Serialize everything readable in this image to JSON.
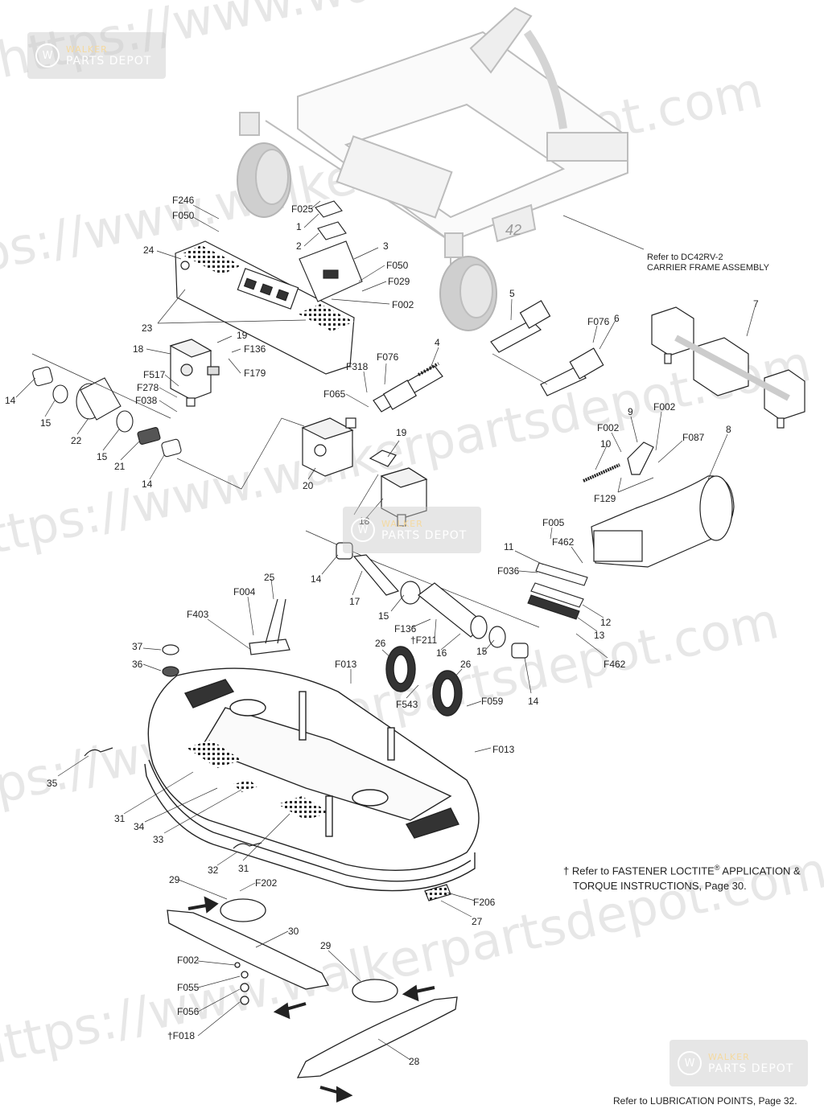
{
  "watermark": {
    "text_url": "https://www.walkerpartsdepot.com",
    "logo_line1": "WALKER",
    "logo_line2": "PARTS DEPOT"
  },
  "frame_label": "42",
  "refer_carrier": {
    "line1": "Refer to DC42RV-2",
    "line2": "CARRIER FRAME ASSEMBLY"
  },
  "loctite_note": {
    "dagger": "†",
    "line1": "Refer to FASTENER LOCTITE",
    "registered": "®",
    "line1_end": " APPLICATION &",
    "line2": "TORQUE INSTRUCTIONS, Page 30."
  },
  "lubrication_note": "Refer to LUBRICATION POINTS, Page 32.",
  "callouts": [
    {
      "id": "c-F246",
      "text": "F246"
    },
    {
      "id": "c-F050a",
      "text": "F050"
    },
    {
      "id": "c-F025",
      "text": "F025"
    },
    {
      "id": "c-1",
      "text": "1"
    },
    {
      "id": "c-2",
      "text": "2"
    },
    {
      "id": "c-3",
      "text": "3"
    },
    {
      "id": "c-F050b",
      "text": "F050"
    },
    {
      "id": "c-F029",
      "text": "F029"
    },
    {
      "id": "c-F002a",
      "text": "F002"
    },
    {
      "id": "c-24",
      "text": "24"
    },
    {
      "id": "c-23",
      "text": "23"
    },
    {
      "id": "c-19a",
      "text": "19"
    },
    {
      "id": "c-18a",
      "text": "18"
    },
    {
      "id": "c-F136a",
      "text": "F136"
    },
    {
      "id": "c-F179",
      "text": "F179"
    },
    {
      "id": "c-F517",
      "text": "F517"
    },
    {
      "id": "c-F278",
      "text": "F278"
    },
    {
      "id": "c-F038",
      "text": "F038"
    },
    {
      "id": "c-14a",
      "text": "14"
    },
    {
      "id": "c-15a",
      "text": "15"
    },
    {
      "id": "c-22",
      "text": "22"
    },
    {
      "id": "c-15b",
      "text": "15"
    },
    {
      "id": "c-21",
      "text": "21"
    },
    {
      "id": "c-14b",
      "text": "14"
    },
    {
      "id": "c-5",
      "text": "5"
    },
    {
      "id": "c-4",
      "text": "4"
    },
    {
      "id": "c-F076a",
      "text": "F076"
    },
    {
      "id": "c-F318",
      "text": "F318"
    },
    {
      "id": "c-F065",
      "text": "F065"
    },
    {
      "id": "c-F076b",
      "text": "F076"
    },
    {
      "id": "c-6",
      "text": "6"
    },
    {
      "id": "c-7",
      "text": "7"
    },
    {
      "id": "c-20",
      "text": "20"
    },
    {
      "id": "c-19b",
      "text": "19"
    },
    {
      "id": "c-18b",
      "text": "18"
    },
    {
      "id": "c-9",
      "text": "9"
    },
    {
      "id": "c-F002b",
      "text": "F002"
    },
    {
      "id": "c-F002c",
      "text": "F002"
    },
    {
      "id": "c-10",
      "text": "10"
    },
    {
      "id": "c-F087",
      "text": "F087"
    },
    {
      "id": "c-8",
      "text": "8"
    },
    {
      "id": "c-F129",
      "text": "F129"
    },
    {
      "id": "c-F005",
      "text": "F005"
    },
    {
      "id": "c-F462a",
      "text": "F462"
    },
    {
      "id": "c-11",
      "text": "11"
    },
    {
      "id": "c-F036",
      "text": "F036"
    },
    {
      "id": "c-12",
      "text": "12"
    },
    {
      "id": "c-13",
      "text": "13"
    },
    {
      "id": "c-F462b",
      "text": "F462"
    },
    {
      "id": "c-14c",
      "text": "14"
    },
    {
      "id": "c-17",
      "text": "17"
    },
    {
      "id": "c-25",
      "text": "25"
    },
    {
      "id": "c-F004",
      "text": "F004"
    },
    {
      "id": "c-F403",
      "text": "F403"
    },
    {
      "id": "c-15c",
      "text": "15"
    },
    {
      "id": "c-F136b",
      "text": "F136"
    },
    {
      "id": "c-F211",
      "text": "†F211"
    },
    {
      "id": "c-16",
      "text": "16"
    },
    {
      "id": "c-15d",
      "text": "15"
    },
    {
      "id": "c-37",
      "text": "37"
    },
    {
      "id": "c-36",
      "text": "36"
    },
    {
      "id": "c-F013a",
      "text": "F013"
    },
    {
      "id": "c-26a",
      "text": "26"
    },
    {
      "id": "c-26b",
      "text": "26"
    },
    {
      "id": "c-F543",
      "text": "F543"
    },
    {
      "id": "c-F059",
      "text": "F059"
    },
    {
      "id": "c-14d",
      "text": "14"
    },
    {
      "id": "c-F013b",
      "text": "F013"
    },
    {
      "id": "c-35",
      "text": "35"
    },
    {
      "id": "c-31a",
      "text": "31"
    },
    {
      "id": "c-34",
      "text": "34"
    },
    {
      "id": "c-33",
      "text": "33"
    },
    {
      "id": "c-32",
      "text": "32"
    },
    {
      "id": "c-31b",
      "text": "31"
    },
    {
      "id": "c-29a",
      "text": "29"
    },
    {
      "id": "c-F202",
      "text": "F202"
    },
    {
      "id": "c-F206",
      "text": "F206"
    },
    {
      "id": "c-27",
      "text": "27"
    },
    {
      "id": "c-30",
      "text": "30"
    },
    {
      "id": "c-F002d",
      "text": "F002"
    },
    {
      "id": "c-F055",
      "text": "F055"
    },
    {
      "id": "c-F056",
      "text": "F056"
    },
    {
      "id": "c-F018",
      "text": "†F018"
    },
    {
      "id": "c-29b",
      "text": "29"
    },
    {
      "id": "c-28",
      "text": "28"
    }
  ]
}
